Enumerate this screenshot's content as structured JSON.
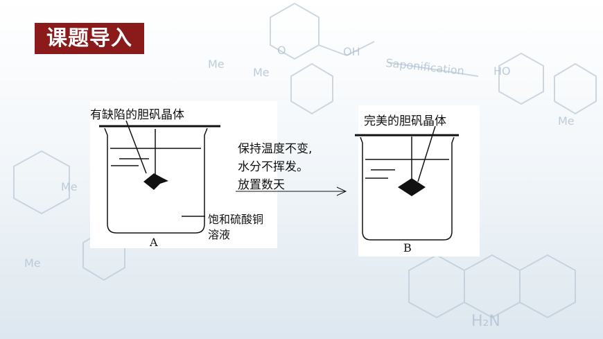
{
  "slide": {
    "title": "课题导入",
    "background_watermark": [
      "Me",
      "Me",
      "OH",
      "O",
      "HO",
      "Saponification",
      "Me",
      "H₂N"
    ]
  },
  "beaker_a": {
    "top_label": "有缺陷的胆矾晶体",
    "side_label_line1": "饱和硫酸铜",
    "side_label_line2": "溶液",
    "letter": "A"
  },
  "process": {
    "line1": "保持温度不变,",
    "line2": "水分不挥发。",
    "line3": "放置数天"
  },
  "beaker_b": {
    "top_label": "完美的胆矾晶体",
    "letter": "B"
  },
  "colors": {
    "title_bg": "#8b1a1a",
    "title_text": "#ffffff",
    "ink": "#111111",
    "watermark": "#9fb2c4"
  }
}
